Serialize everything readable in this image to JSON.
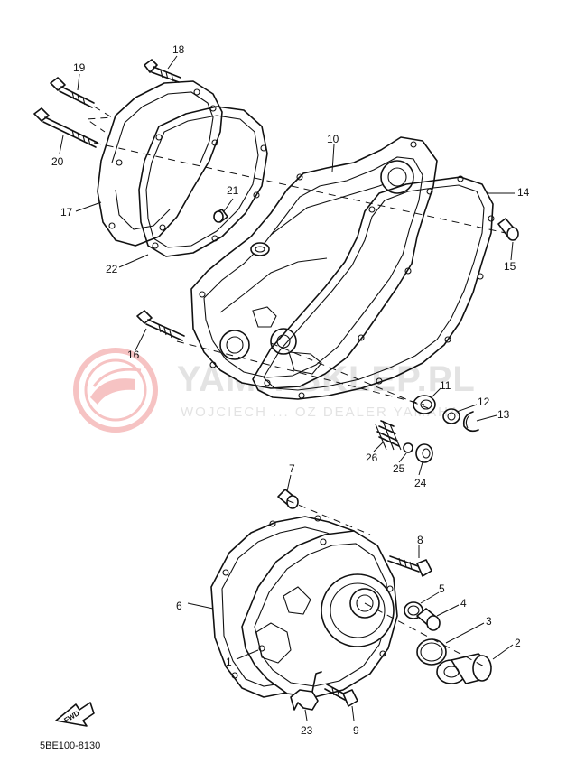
{
  "diagram": {
    "code": "5BE100-8130",
    "fwd_label": "FWD",
    "watermark": {
      "main": "YAMA-SKLEP.PL",
      "sub": "WOJCIECH ... OZ DEALER YAMAHA"
    },
    "callouts": [
      "1",
      "2",
      "3",
      "4",
      "5",
      "6",
      "7",
      "8",
      "9",
      "10",
      "11",
      "12",
      "13",
      "14",
      "15",
      "16",
      "17",
      "18",
      "19",
      "20",
      "21",
      "22",
      "23",
      "24",
      "25",
      "26"
    ]
  }
}
